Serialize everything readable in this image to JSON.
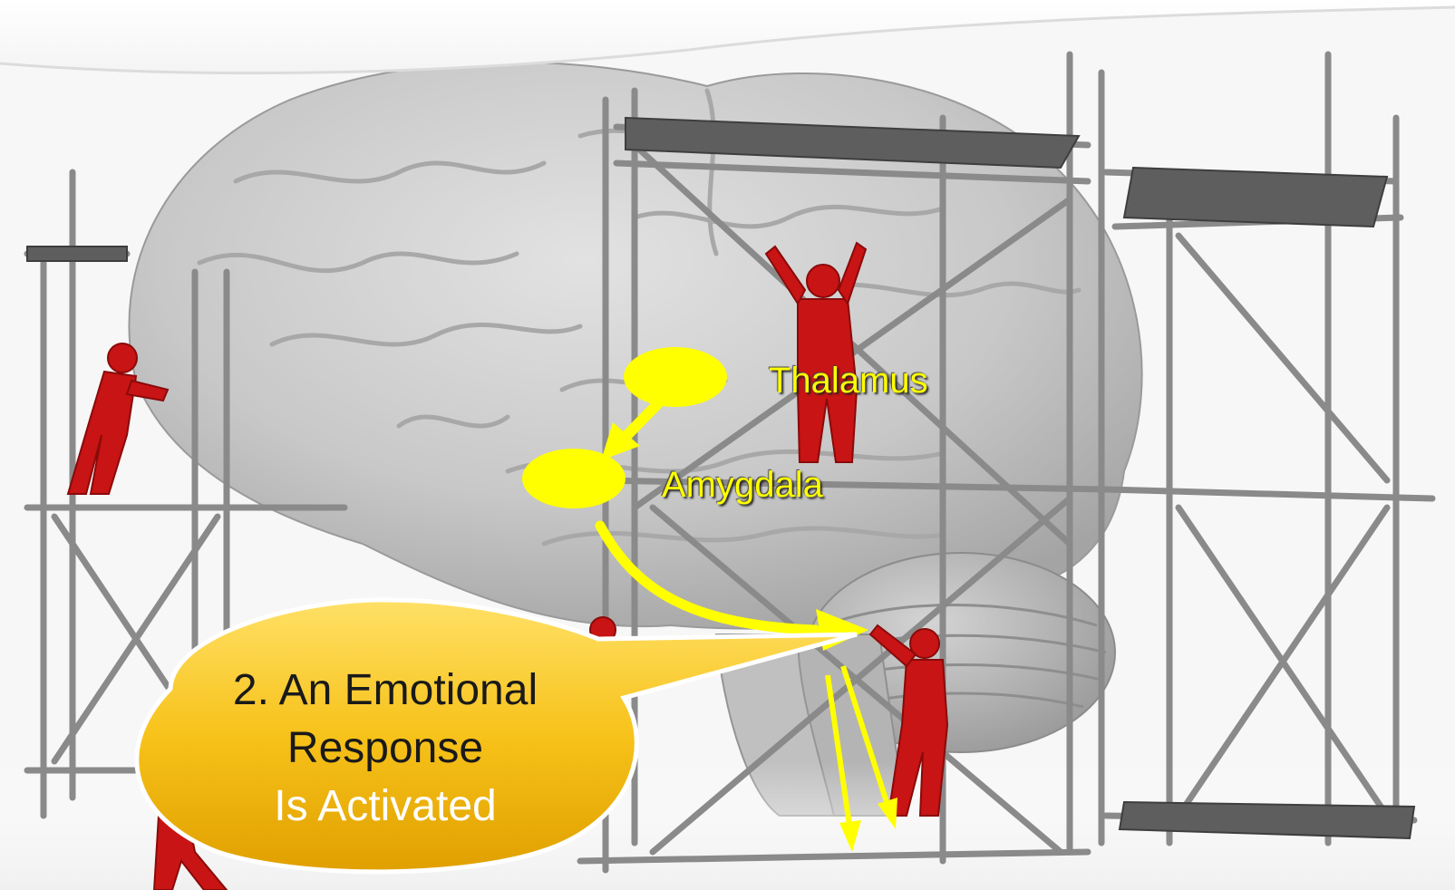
{
  "labels": {
    "thalamus": "Thalamus",
    "amygdala": "Amygdala"
  },
  "callout": {
    "line1": "2. An Emotional",
    "line2": "Response",
    "line3": "Is Activated"
  },
  "colors": {
    "highlight": "#ffff00",
    "callout_fill": "#f5b800",
    "figures": "#c81414",
    "brain": "#c9c9c9",
    "scaffold": "#8a8a8a"
  }
}
